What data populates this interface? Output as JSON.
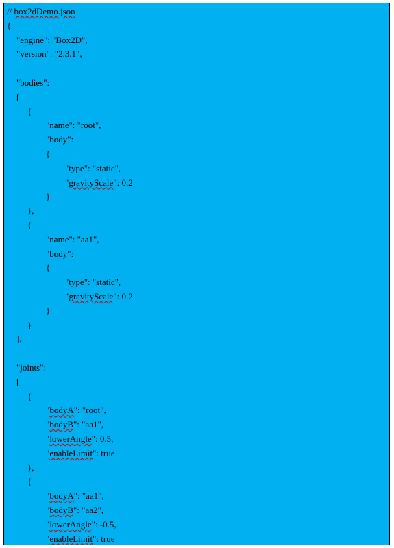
{
  "document": {
    "background_color": "#00b0f0",
    "spellcheck_color": "#d00000",
    "lines": [
      {
        "indent": 0,
        "segments": [
          {
            "t": "// "
          },
          {
            "t": "box2dDemo.json",
            "sq": true
          }
        ]
      },
      {
        "indent": 0,
        "segments": [
          {
            "t": "{"
          }
        ]
      },
      {
        "indent": 1,
        "segments": [
          {
            "t": "\"engine\": \"Box2D\","
          }
        ]
      },
      {
        "indent": 1,
        "segments": [
          {
            "t": "\"version\": \"2.3.1\","
          }
        ]
      },
      {
        "indent": 0,
        "segments": []
      },
      {
        "indent": 1,
        "segments": [
          {
            "t": "\"bodies\":"
          }
        ]
      },
      {
        "indent": 1,
        "segments": [
          {
            "t": "["
          }
        ]
      },
      {
        "indent": 2,
        "segments": [
          {
            "t": "{"
          }
        ]
      },
      {
        "indent": 3,
        "segments": [
          {
            "t": "\"name\": \"root\","
          }
        ]
      },
      {
        "indent": 3,
        "segments": [
          {
            "t": "\"body\":"
          }
        ]
      },
      {
        "indent": 3,
        "segments": [
          {
            "t": "{"
          }
        ]
      },
      {
        "indent": 4,
        "segments": [
          {
            "t": "\"type\": \"static\","
          }
        ]
      },
      {
        "indent": 4,
        "segments": [
          {
            "t": "\""
          },
          {
            "t": "gravityScale",
            "sq": true
          },
          {
            "t": "\": 0.2"
          }
        ]
      },
      {
        "indent": 3,
        "segments": [
          {
            "t": "}"
          }
        ]
      },
      {
        "indent": 2,
        "segments": [
          {
            "t": "},"
          }
        ]
      },
      {
        "indent": 2,
        "segments": [
          {
            "t": "{"
          }
        ]
      },
      {
        "indent": 3,
        "segments": [
          {
            "t": "\"name\": \"aa1\","
          }
        ]
      },
      {
        "indent": 3,
        "segments": [
          {
            "t": "\"body\":"
          }
        ]
      },
      {
        "indent": 3,
        "segments": [
          {
            "t": "{"
          }
        ]
      },
      {
        "indent": 4,
        "segments": [
          {
            "t": "\"type\": \"static\","
          }
        ]
      },
      {
        "indent": 4,
        "segments": [
          {
            "t": "\""
          },
          {
            "t": "gravityScale",
            "sq": true
          },
          {
            "t": "\": 0.2"
          }
        ]
      },
      {
        "indent": 3,
        "segments": [
          {
            "t": "}"
          }
        ]
      },
      {
        "indent": 2,
        "segments": [
          {
            "t": "}"
          }
        ]
      },
      {
        "indent": 1,
        "segments": [
          {
            "t": "],"
          }
        ]
      },
      {
        "indent": 0,
        "segments": []
      },
      {
        "indent": 1,
        "segments": [
          {
            "t": "\"joints\":"
          }
        ]
      },
      {
        "indent": 1,
        "segments": [
          {
            "t": "["
          }
        ]
      },
      {
        "indent": 2,
        "segments": [
          {
            "t": "{"
          }
        ]
      },
      {
        "indent": 3,
        "segments": [
          {
            "t": "\""
          },
          {
            "t": "bodyA",
            "sq": true
          },
          {
            "t": "\": \"root\","
          }
        ]
      },
      {
        "indent": 3,
        "segments": [
          {
            "t": "\""
          },
          {
            "t": "bodyB",
            "sq": true
          },
          {
            "t": "\": \"aa1\","
          }
        ]
      },
      {
        "indent": 3,
        "segments": [
          {
            "t": "\""
          },
          {
            "t": "lowerAngle",
            "sq": true
          },
          {
            "t": "\": 0.5,"
          }
        ]
      },
      {
        "indent": 3,
        "segments": [
          {
            "t": "\""
          },
          {
            "t": "enableLimit",
            "sq": true
          },
          {
            "t": "\": true"
          }
        ]
      },
      {
        "indent": 2,
        "segments": [
          {
            "t": "},"
          }
        ]
      },
      {
        "indent": 2,
        "segments": [
          {
            "t": "{"
          }
        ]
      },
      {
        "indent": 3,
        "segments": [
          {
            "t": "\""
          },
          {
            "t": "bodyA",
            "sq": true
          },
          {
            "t": "\": \"aa1\","
          }
        ]
      },
      {
        "indent": 3,
        "segments": [
          {
            "t": "\""
          },
          {
            "t": "bodyB",
            "sq": true
          },
          {
            "t": "\": \"aa2\","
          }
        ]
      },
      {
        "indent": 3,
        "segments": [
          {
            "t": "\""
          },
          {
            "t": "lowerAngle",
            "sq": true
          },
          {
            "t": "\": -0.5,"
          }
        ]
      },
      {
        "indent": 3,
        "segments": [
          {
            "t": "\""
          },
          {
            "t": "enableLimit",
            "sq": true
          },
          {
            "t": "\": true"
          }
        ]
      }
    ]
  }
}
